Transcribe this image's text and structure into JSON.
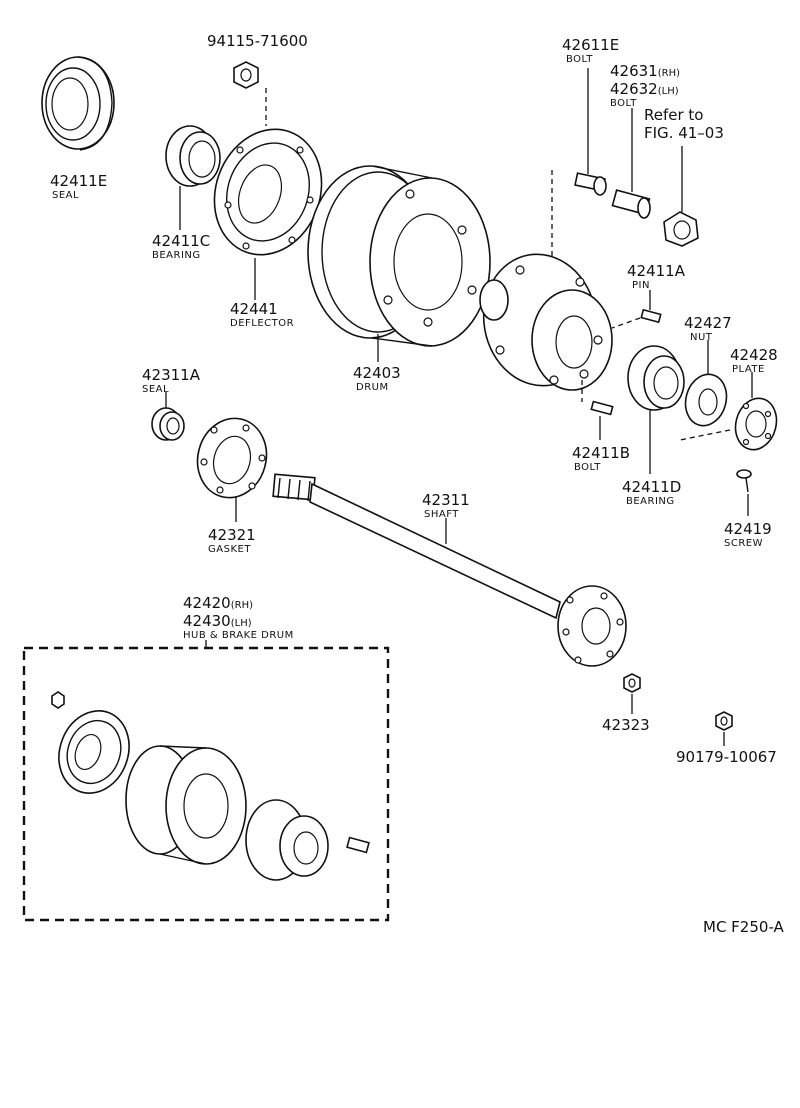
{
  "parts": {
    "p94115": {
      "number": "94115-71600",
      "desc": ""
    },
    "p42411E": {
      "number": "42411E",
      "desc": "SEAL"
    },
    "p42411C": {
      "number": "42411C",
      "desc": "BEARING"
    },
    "p42441": {
      "number": "42441",
      "desc": "DEFLECTOR"
    },
    "p42403": {
      "number": "42403",
      "desc": "DRUM"
    },
    "p42611E": {
      "number": "42611E",
      "desc": "BOLT"
    },
    "p42631": {
      "number": "42631",
      "suffix": "(RH)"
    },
    "p42632": {
      "number": "42632",
      "suffix": "(LH)",
      "desc": "BOLT"
    },
    "p42411A": {
      "number": "42411A",
      "desc": "PIN"
    },
    "p42427": {
      "number": "42427",
      "desc": "NUT"
    },
    "p42428": {
      "number": "42428",
      "desc": "PLATE"
    },
    "p42311A": {
      "number": "42311A",
      "desc": "SEAL"
    },
    "p42411B": {
      "number": "42411B",
      "desc": "BOLT"
    },
    "p42411D": {
      "number": "42411D",
      "desc": "BEARING"
    },
    "p42321": {
      "number": "42321",
      "desc": "GASKET"
    },
    "p42311": {
      "number": "42311",
      "desc": "SHAFT"
    },
    "p42419": {
      "number": "42419",
      "desc": "SCREW"
    },
    "p42420": {
      "number": "42420",
      "suffix": "(RH)"
    },
    "p42430": {
      "number": "42430",
      "suffix": "(LH)",
      "desc": "HUB & BRAKE DRUM"
    },
    "p42323": {
      "number": "42323",
      "desc": ""
    },
    "p90179": {
      "number": "90179-10067",
      "desc": ""
    }
  },
  "reference": {
    "line1": "Refer to",
    "line2": "FIG. 41–03"
  },
  "figure_code": "MC F250-A"
}
